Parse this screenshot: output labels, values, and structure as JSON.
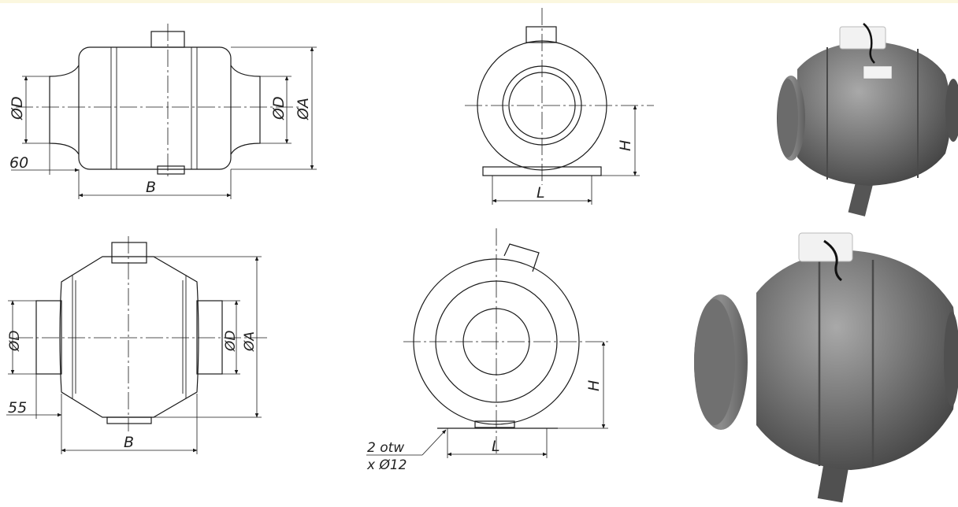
{
  "drawings": {
    "top_side": {
      "dia_inlet": "ØD",
      "dia_outlet": "ØD",
      "dia_body": "ØA",
      "length": "B",
      "offset": "60"
    },
    "top_front": {
      "height": "H",
      "base_length": "L"
    },
    "bottom_side": {
      "dia_inlet": "ØD",
      "dia_outlet": "ØD",
      "dia_body": "ØA",
      "length": "B",
      "offset": "55"
    },
    "bottom_front": {
      "height": "H",
      "base_length": "L",
      "holes_line1": "2 otw",
      "holes_line2": "x Ø12"
    }
  },
  "photos": {
    "top": {
      "description": "round gray duct fan photo",
      "badge_color": "#ffffff"
    },
    "bottom": {
      "description": "larger round gray duct fan photo"
    }
  },
  "colors": {
    "fan_body": "#6f6f6f",
    "fan_highlight": "#b9b9b9",
    "terminal_box": "#f2f2f2"
  }
}
